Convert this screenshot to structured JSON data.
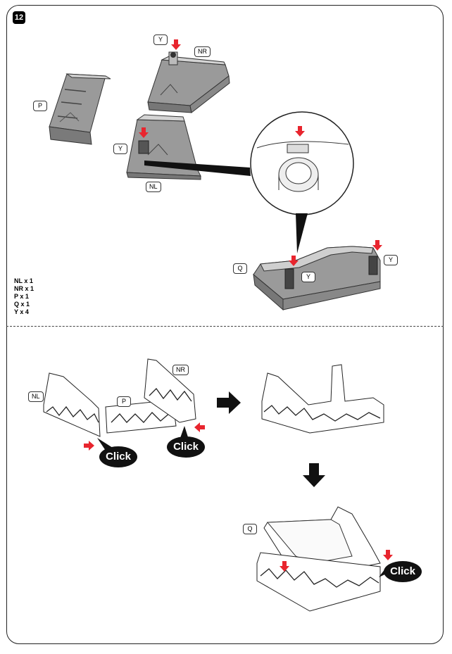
{
  "step_number": "12",
  "labels": {
    "y1": "Y",
    "nr1": "NR",
    "p1": "P",
    "y2": "Y",
    "nl1": "NL",
    "q1": "Q",
    "y3": "Y",
    "y4": "Y",
    "nl2": "NL",
    "p2": "P",
    "nr2": "NR",
    "q2": "Q"
  },
  "parts_list": [
    "NL x 1",
    "NR x 1",
    "P x 1",
    "Q x 1",
    "Y x 4"
  ],
  "click_text": "Click",
  "colors": {
    "accent_red": "#e8252e",
    "part_gray": "#8a8a8a"
  }
}
